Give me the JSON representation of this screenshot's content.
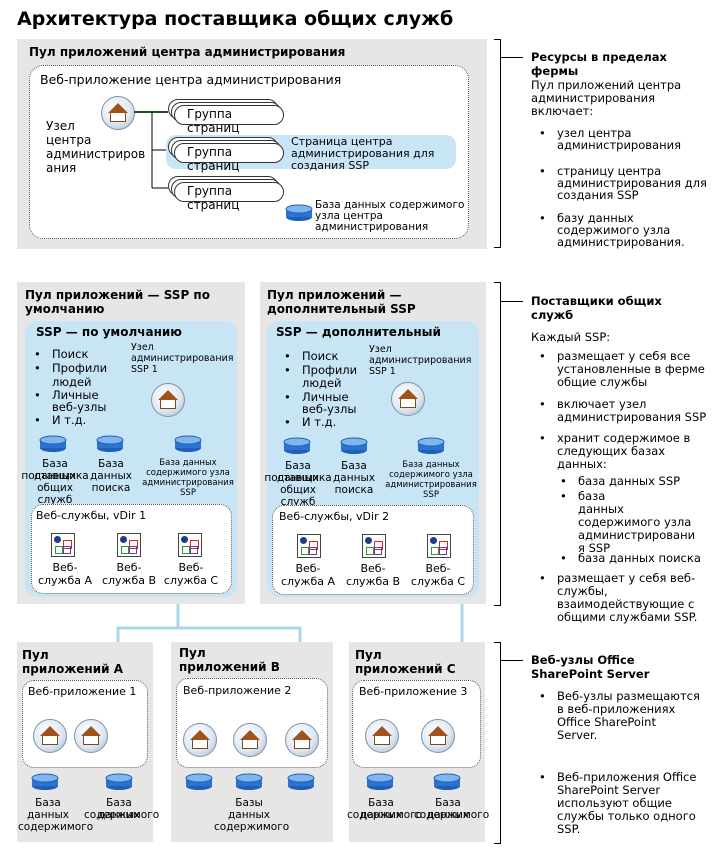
{
  "title": "Архитектура поставщика общих служб",
  "admin_pool": {
    "title": "Пул приложений центра администрирования",
    "webapp": "Веб-приложение центра администрирования",
    "node": [
      "Узел",
      "центра",
      "администриров",
      "ания"
    ],
    "page_group": "Группа страниц",
    "ssp_page": [
      "Страница центра",
      "администрирования для",
      "создания SSP"
    ],
    "db": [
      "База данных содержимого",
      "узла центра",
      "администрирования"
    ]
  },
  "pools": [
    {
      "title": [
        "Пул приложений — SSP по",
        "умолчанию"
      ],
      "ssp_title": "SSP — по умолчанию",
      "services": [
        "Поиск",
        "Профили",
        "людей",
        "Личные",
        "веб-узлы",
        "И т.д."
      ],
      "admin_node": [
        "Узел",
        "администрирования",
        "SSP 1"
      ],
      "dbs": [
        [
          "База данных",
          "поставщика",
          "общих служб"
        ],
        [
          "База",
          "данных",
          "поиска"
        ],
        [
          "База данных",
          "содержимого узла",
          "администрирования",
          "SSP"
        ]
      ],
      "ws_title": "Веб-службы, vDir 1",
      "ws": [
        [
          "Веб-",
          "служба A"
        ],
        [
          "Веб-",
          "служба B"
        ],
        [
          "Веб-",
          "служба C"
        ]
      ]
    },
    {
      "title": [
        "Пул приложений —",
        "дополнительный SSP"
      ],
      "ssp_title": "SSP — дополнительный",
      "services": [
        "Поиск",
        "Профили",
        "людей",
        "Личные",
        "веб-узлы",
        "И т.д."
      ],
      "admin_node": [
        "Узел",
        "администрирования",
        "SSP 1"
      ],
      "dbs": [
        [
          "База данных",
          "поставщика",
          "общих служб"
        ],
        [
          "База",
          "данных",
          "поиска"
        ],
        [
          "База данных",
          "содержимого узла",
          "администрирования",
          "SSP"
        ]
      ],
      "ws_title": "Веб-службы, vDir 2",
      "ws": [
        [
          "Веб-",
          "служба A"
        ],
        [
          "Веб-",
          "служба B"
        ],
        [
          "Веб-",
          "служба C"
        ]
      ]
    }
  ],
  "app_pools": [
    {
      "title": [
        "Пул",
        "приложений A"
      ],
      "webapp": "Веб-приложение 1",
      "dbs": [
        [
          "База",
          "данных",
          "содержимого"
        ],
        [
          "База данных",
          "содержимого"
        ]
      ]
    },
    {
      "title": [
        "Пул",
        "приложений B"
      ],
      "webapp": "Веб-приложение 2",
      "dbs": [
        [
          "Базы",
          "данных",
          "содержимого"
        ]
      ]
    },
    {
      "title": [
        "Пул",
        "приложений C"
      ],
      "webapp": "Веб-приложение 3",
      "dbs": [
        [
          "База данных",
          "содержимого"
        ],
        [
          "База данных",
          "содержимого"
        ]
      ]
    }
  ],
  "side": {
    "farm": {
      "title": [
        "Ресурсы в пределах",
        "фермы"
      ],
      "intro": [
        "Пул приложений центра",
        "администрирования",
        "включает:"
      ],
      "bullets": [
        [
          "узел центра",
          "администрирования"
        ],
        [
          "страницу центра",
          "администрирования для",
          "создания SSP"
        ],
        [
          "базу данных",
          "содержимого узла",
          "администрирования."
        ]
      ]
    },
    "ssp": {
      "title": [
        "Поставщики общих",
        "служб"
      ],
      "intro": "Каждый SSP:",
      "bullets": [
        [
          "размещает у себя все",
          "установленные в ферме",
          "общие службы"
        ],
        [
          "включает узел",
          "администрирования SSP"
        ],
        [
          "хранит содержимое в",
          "следующих базах",
          "данных:"
        ]
      ],
      "sub": [
        [
          "база данных SSP"
        ],
        [
          "база",
          "данных",
          "содержимого узла",
          "администрировани",
          "я SSP"
        ],
        [
          "база данных поиска"
        ]
      ],
      "last": [
        "размещает у себя веб-",
        "службы,",
        "взаимодействующие с",
        "общими службами SSP."
      ]
    },
    "sites": {
      "title": [
        "Веб-узлы Office",
        "SharePoint Server"
      ],
      "bullets": [
        [
          "Веб-узлы размещаются",
          "в веб-приложениях",
          "Office SharePoint",
          "Server."
        ],
        [
          "Веб-приложения Office",
          "SharePoint Server",
          "используют общие",
          "службы только одного",
          "SSP."
        ]
      ]
    }
  }
}
